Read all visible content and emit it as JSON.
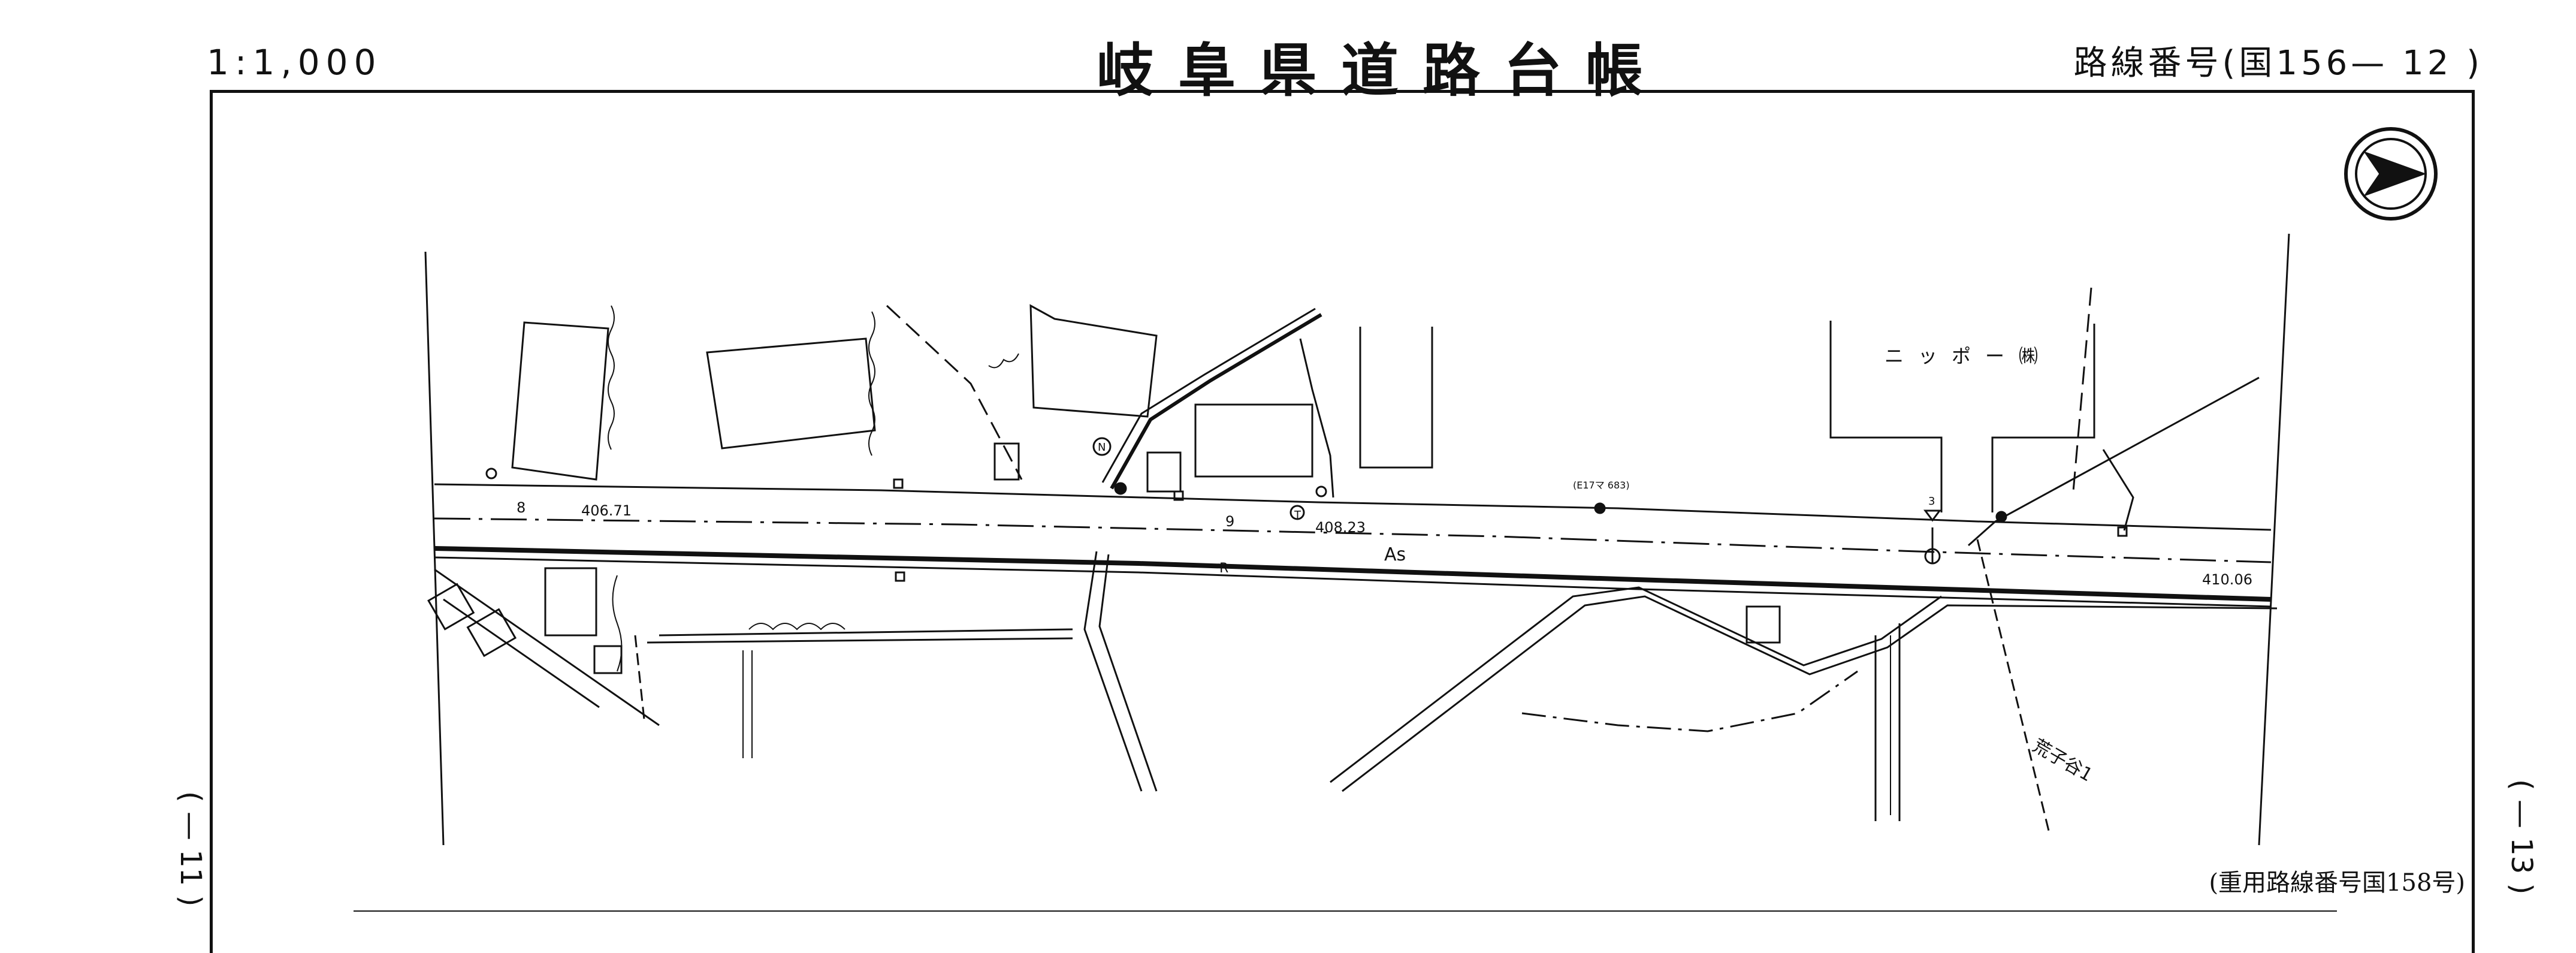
{
  "header": {
    "scale": "1:1,000",
    "title": "岐阜県道路台帳",
    "route_number": "路線番号(国156— 12 )"
  },
  "map": {
    "labels": {
      "station_8": "8",
      "elev_406": "406.71",
      "station_9": "9",
      "elev_408": "408.23",
      "pavement": "As",
      "r_mark": "R",
      "elev_410": "410.06",
      "company": "ニッポー㈱",
      "benchmark": "(E17マ 683)",
      "marker_3": "3",
      "river": "荒子谷1",
      "n_mark": "N",
      "t_mark": "T"
    },
    "compass_icon": "north-arrow-icon"
  },
  "footer": {
    "duplicate_route": "(重用路線番号国158号)",
    "left_ref": "( — 11 )",
    "right_ref": "( — 13 )"
  }
}
